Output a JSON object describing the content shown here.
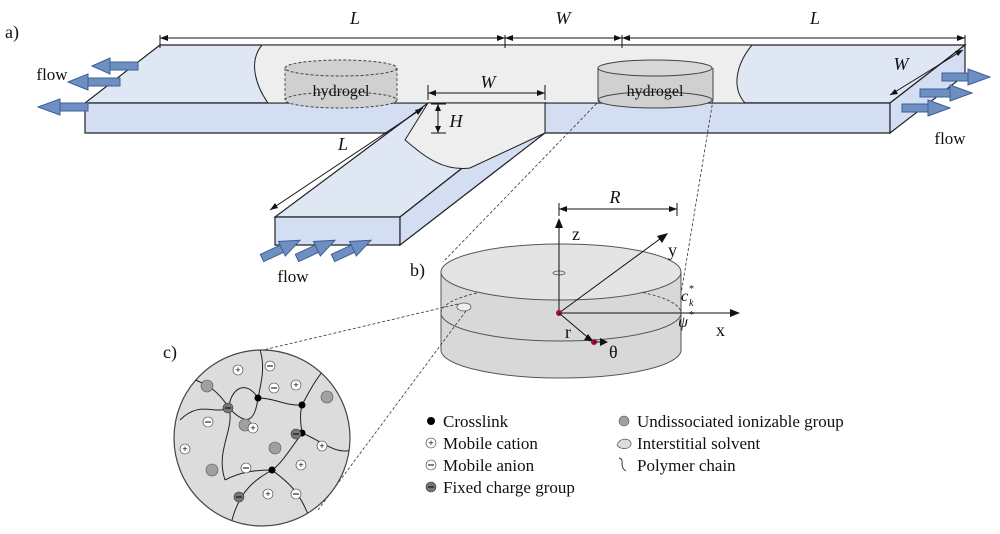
{
  "panel_labels": {
    "a": "a)",
    "b": "b)",
    "c": "c)"
  },
  "panel_a": {
    "flow_left": "flow",
    "flow_right": "flow",
    "flow_bottom": "flow",
    "dim_L_top_left": "L",
    "dim_W_top_middle": "W",
    "dim_L_top_right": "L",
    "dim_W_right": "W",
    "dim_W_branch": "W",
    "dim_H": "H",
    "dim_L_branch": "L",
    "hydrogel_left": "hydrogel",
    "hydrogel_right": "hydrogel"
  },
  "panel_b": {
    "R": "R",
    "z": "z",
    "y": "y",
    "x": "x",
    "r": "r",
    "theta": "θ",
    "c_k": "c",
    "c_k_sub": "k",
    "c_k_sup": "*",
    "psi": "ψ",
    "psi_sup": "*"
  },
  "legend": {
    "crosslink": "Crosslink",
    "mobile_cation": "Mobile cation",
    "mobile_anion": "Mobile anion",
    "fixed_charge": "Fixed charge group",
    "undissociated": "Undissociated ionizable group",
    "interstitial": "Interstitial solvent",
    "polymer_chain": "Polymer chain"
  },
  "colors": {
    "channel_fill": "#dfe7f5",
    "flow_arrow": "#6d8fc2",
    "hydrogel": "#d0d0d0",
    "crosslink": "#000000",
    "gray_circle": "#a0a0a0"
  }
}
